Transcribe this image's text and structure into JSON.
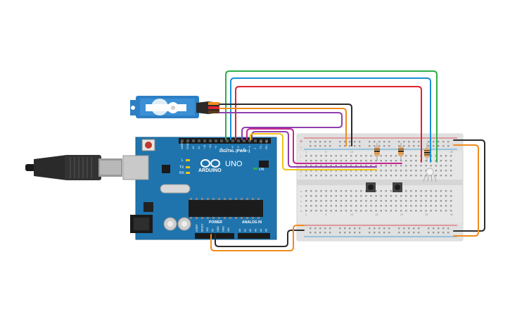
{
  "arduino": {
    "brand": "ARDUINO",
    "model": "UNO",
    "digital_header": "DIGITAL (PWM~)",
    "power_header": "POWER",
    "analog_header": "ANALOG IN",
    "on_label": "ON",
    "tx_label": "TX",
    "rx_label": "RX",
    "l_label": "L",
    "pin_labels": [
      "AREF",
      "GND",
      "13",
      "12",
      "~11",
      "~10",
      "~9",
      "8",
      "7",
      "~6",
      "~5",
      "4",
      "~3",
      "2",
      "TX→1",
      "RX←0"
    ],
    "power_pins": [
      "IOREF",
      "RESET",
      "3V3",
      "5V",
      "GND",
      "GND",
      "VIN"
    ],
    "analog_pins": [
      "A0",
      "A1",
      "A2",
      "A3",
      "A4",
      "A5"
    ]
  },
  "breadboard": {
    "rail_plus": "+",
    "rail_minus": "-",
    "column_numbers": [
      "1",
      "5",
      "10",
      "15",
      "20",
      "25",
      "30"
    ],
    "row_letters_top": [
      "j",
      "i",
      "h",
      "g",
      "f"
    ],
    "row_letters_bottom": [
      "e",
      "d",
      "c",
      "b",
      "a"
    ]
  },
  "colors": {
    "board_blue": "#1d6fa5",
    "breadboard": "#e6e6e6",
    "wire_green": "#2db04b",
    "wire_blue": "#1b8fd6",
    "wire_red": "#e0232e",
    "wire_black": "#2b2b2b",
    "wire_orange": "#f08c1e",
    "wire_purple": "#8e3fb0",
    "wire_magenta": "#c3278f",
    "wire_yellow": "#f1c317",
    "servo_blue": "#2d7fc4"
  }
}
